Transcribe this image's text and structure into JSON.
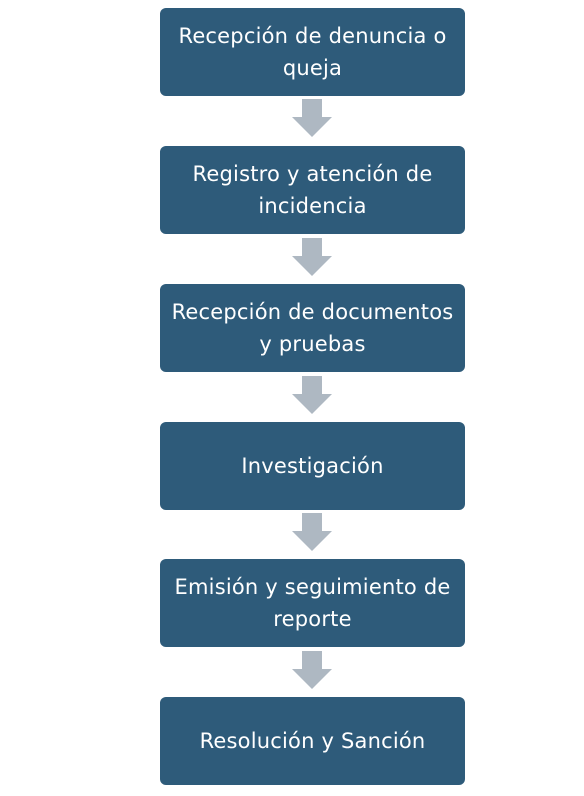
{
  "colors": {
    "box_fill": "#2e5b7a",
    "box_text": "#ffffff",
    "arrow_fill": "#aeb8c2"
  },
  "steps": [
    {
      "label": "Recepción de denuncia o queja"
    },
    {
      "label": "Registro y atención de incidencia"
    },
    {
      "label": "Recepción de documentos y pruebas"
    },
    {
      "label": "Investigación"
    },
    {
      "label": "Emisión y seguimiento de reporte"
    },
    {
      "label": "Resolución y Sanción"
    }
  ],
  "arrow_icon": "down-arrow-icon"
}
